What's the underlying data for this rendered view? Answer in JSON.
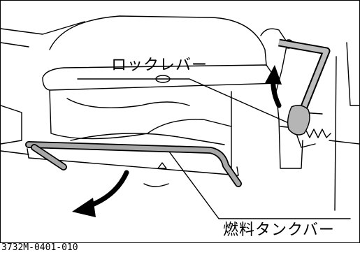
{
  "labels": {
    "lock_lever": "ロックレバー",
    "fuel_tank_bar": "燃料タンクバー"
  },
  "figure_code": "3732M-0401-010",
  "colors": {
    "line": "#000000",
    "bar_gray": "#a8a8a8",
    "background": "#ffffff"
  }
}
